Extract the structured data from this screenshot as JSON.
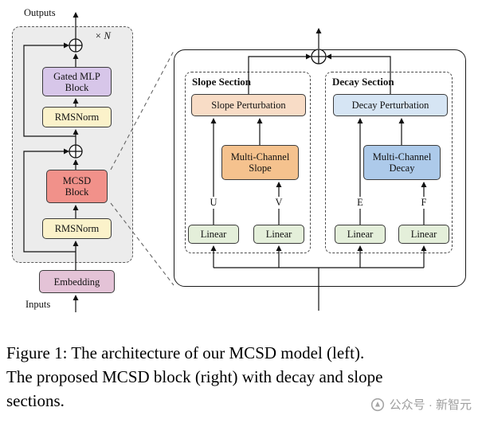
{
  "diagram": {
    "left": {
      "outputs_label": "Outputs",
      "inputs_label": "Inputs",
      "repeat_label": "× N",
      "gated_mlp": {
        "line1": "Gated MLP",
        "line2": "Block"
      },
      "rmsnorm_top": "RMSNorm",
      "mcsd": {
        "line1": "MCSD",
        "line2": "Block"
      },
      "rmsnorm_bottom": "RMSNorm",
      "embedding": "Embedding"
    },
    "right": {
      "slope_section": {
        "title": "Slope Section",
        "slope_perturbation": "Slope Perturbation",
        "multi_channel_slope": {
          "line1": "Multi-Channel",
          "line2": "Slope"
        },
        "u_label": "U",
        "v_label": "V",
        "linear_left": "Linear",
        "linear_right": "Linear"
      },
      "decay_section": {
        "title": "Decay Section",
        "decay_perturbation": "Decay Perturbation",
        "multi_channel_decay": {
          "line1": "Multi-Channel",
          "line2": "Decay"
        },
        "e_label": "E",
        "f_label": "F",
        "linear_left": "Linear",
        "linear_right": "Linear"
      }
    },
    "colors": {
      "gated_mlp": "#d7c6e9",
      "rmsnorm": "#fbf2ca",
      "mcsd": "#f1918a",
      "embedding": "#e4c3d7",
      "slope_perturbation": "#f8dcc6",
      "multi_channel_slope": "#f5c28e",
      "decay_perturbation": "#d6e5f4",
      "multi_channel_decay": "#adcaea",
      "linear": "#e4efda",
      "left_container_fill": "#ececec"
    }
  },
  "caption": {
    "line1": "Figure 1: The architecture of our MCSD model (left).",
    "line2": "The proposed MCSD block (right) with decay and slope",
    "line3": "sections."
  },
  "watermark": {
    "text": "公众号 · 新智元"
  }
}
